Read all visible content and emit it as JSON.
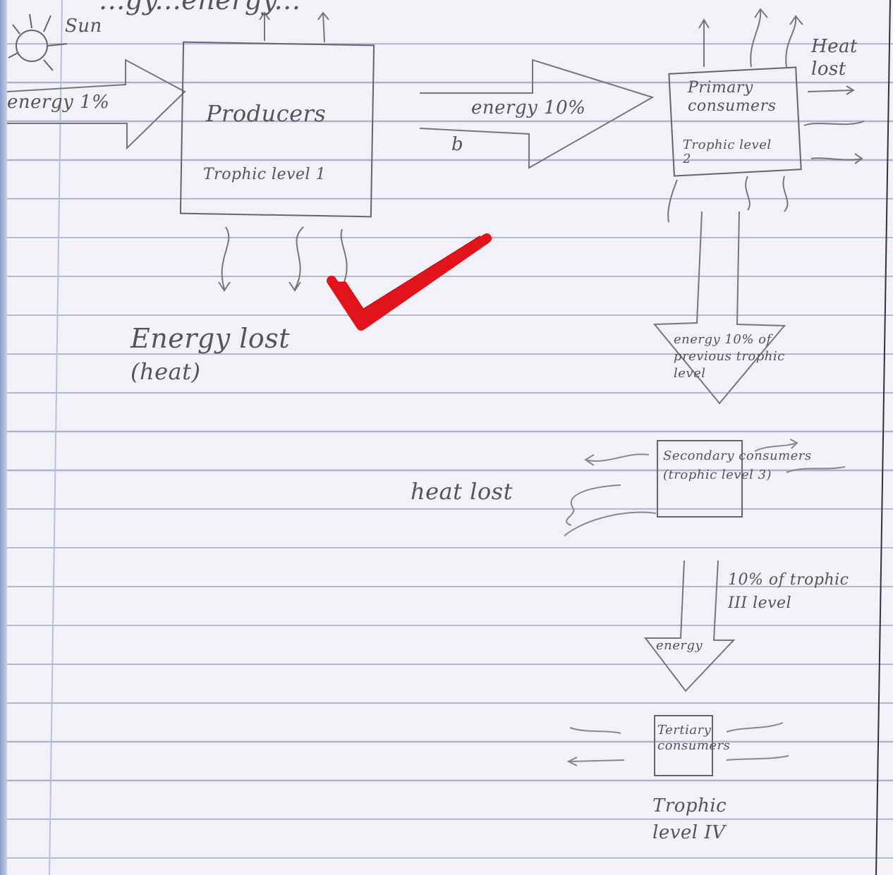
{
  "page": {
    "top_fragment": "...gy...energy...",
    "sun_label": "Sun",
    "energy_in": "energy 1%",
    "producers": "Producers",
    "trophic_level_1": "Trophic level 1",
    "energy_10": "energy 10%",
    "arrow_mark": "b",
    "primary_consumers": "Primary consumers",
    "trophic_level_2": "Trophic level 2",
    "heat_lost": "Heat lost",
    "energy_lost": "Energy lost",
    "heat_paren": "(heat)",
    "energy_10_prev": "energy 10% of previous trophic level",
    "secondary_consumers": "Secondary consumers (trophic level 3)",
    "heat_lost_2": "heat lost",
    "ten_percent": "10% of trophic III level",
    "energy_small": "energy",
    "tertiary_consumers": "Tertiary consumers",
    "trophic_level_4": "Trophic level IV"
  },
  "colors": {
    "ink": "#5a5a5a",
    "tick": "#e0141a",
    "paper": "#f3f1f8",
    "rule": "#aab3cf"
  }
}
